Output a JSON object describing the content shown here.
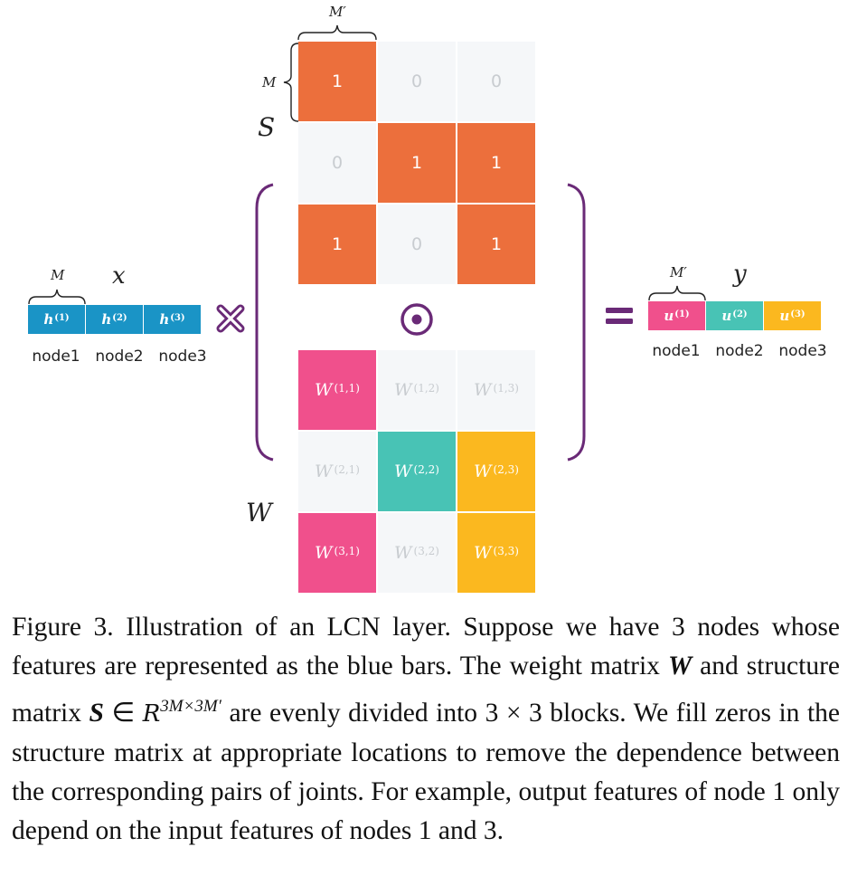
{
  "diagram": {
    "input": {
      "label": "x",
      "width_label": "M",
      "segments": [
        {
          "base": "h",
          "sup": "(1)"
        },
        {
          "base": "h",
          "sup": "(2)"
        },
        {
          "base": "h",
          "sup": "(3)"
        }
      ],
      "nodes": [
        "node1",
        "node2",
        "node3"
      ],
      "color": "#1a94c6"
    },
    "output": {
      "label": "y",
      "width_label": "M′",
      "segments": [
        {
          "base": "u",
          "sup": "(1)",
          "color": "#f0508c"
        },
        {
          "base": "u",
          "sup": "(2)",
          "color": "#48c3b5"
        },
        {
          "base": "u",
          "sup": "(3)",
          "color": "#fbb81f"
        }
      ],
      "nodes": [
        "node1",
        "node2",
        "node3"
      ]
    },
    "structure_matrix": {
      "label": "S",
      "row_label": "M",
      "col_label": "M′",
      "on_color": "#ec6f3c",
      "values": [
        [
          "1",
          "0",
          "0"
        ],
        [
          "0",
          "1",
          "1"
        ],
        [
          "1",
          "0",
          "1"
        ]
      ]
    },
    "weight_matrix": {
      "label": "W",
      "cells": [
        [
          {
            "base": "W",
            "sup": "(1,1)",
            "on": true,
            "color": "#f0508c"
          },
          {
            "base": "W",
            "sup": "(1,2)",
            "on": false
          },
          {
            "base": "W",
            "sup": "(1,3)",
            "on": false
          }
        ],
        [
          {
            "base": "W",
            "sup": "(2,1)",
            "on": false
          },
          {
            "base": "W",
            "sup": "(2,2)",
            "on": true,
            "color": "#48c3b5"
          },
          {
            "base": "W",
            "sup": "(2,3)",
            "on": true,
            "color": "#fbb81f"
          }
        ],
        [
          {
            "base": "W",
            "sup": "(3,1)",
            "on": true,
            "color": "#f0508c"
          },
          {
            "base": "W",
            "sup": "(3,2)",
            "on": false
          },
          {
            "base": "W",
            "sup": "(3,3)",
            "on": true,
            "color": "#fbb81f"
          }
        ]
      ]
    },
    "accent_color": "#6a2a77"
  },
  "caption": {
    "p1": "Figure 3. Illustration of an LCN layer. Suppose we have 3 nodes whose features are represented as the blue bars. The weight matrix ",
    "W": "W",
    "p2": " and structure matrix ",
    "S": "S",
    "in": " ∈ ",
    "R": "R",
    "sup": "3M×3M′",
    "p3": " are evenly divided into 3 × 3 blocks. We fill zeros in the structure matrix at appropriate locations to remove the dependence between the corresponding pairs of joints. For example, output features of node 1 only depend on the input features of nodes 1 and 3."
  }
}
